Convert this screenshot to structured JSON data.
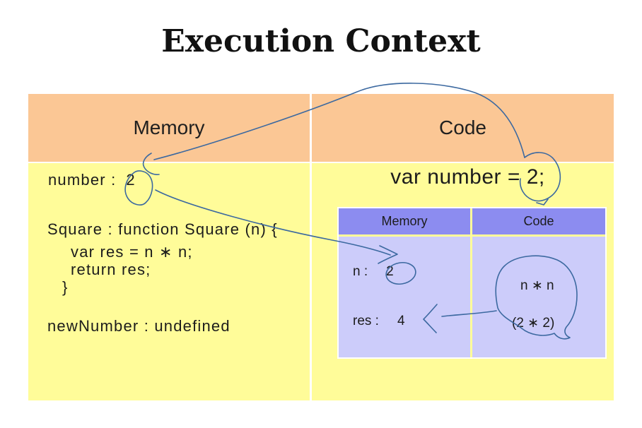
{
  "slide": {
    "title": "Execution Context"
  },
  "colors": {
    "outer_header_bg": "#FBC795",
    "outer_body_bg": "#FFFC99",
    "inner_header_bg": "#8C8CF0",
    "inner_body_bg": "#CCCCFA",
    "divider": "#FFFFFF",
    "annotation_ink": "#3C69A0",
    "text": "#1F1F1F"
  },
  "outer_table": {
    "headers": {
      "memory": "Memory",
      "code": "Code"
    }
  },
  "memory_panel": {
    "number_label": "number :",
    "number_value": "2",
    "square_line1": "Square : function Square (n) {",
    "square_line2": "var res = n ∗ n;",
    "square_line3": "return res;",
    "square_line4": "}",
    "newnumber_line": "newNumber : undefined"
  },
  "code_panel": {
    "statement": "var number = 2;",
    "inner_table": {
      "headers": {
        "memory": "Memory",
        "code": "Code"
      },
      "memory_rows": [
        {
          "name": "n :",
          "value": "2"
        },
        {
          "name": "res :",
          "value": "4"
        }
      ],
      "code_rows": [
        "n ∗ n",
        "(2 ∗ 2)"
      ]
    }
  },
  "annotations": {
    "marks": [
      "circle around value 2 of number",
      "curved arrow from var number = 2; to number : 2",
      "circle around 2; in var number = 2;",
      "arrow from number value to inner n value",
      "circle around inner n value 2",
      "blob around n ∗ n and (2 ∗ 2)",
      "arrow from blob to res : 4"
    ]
  }
}
